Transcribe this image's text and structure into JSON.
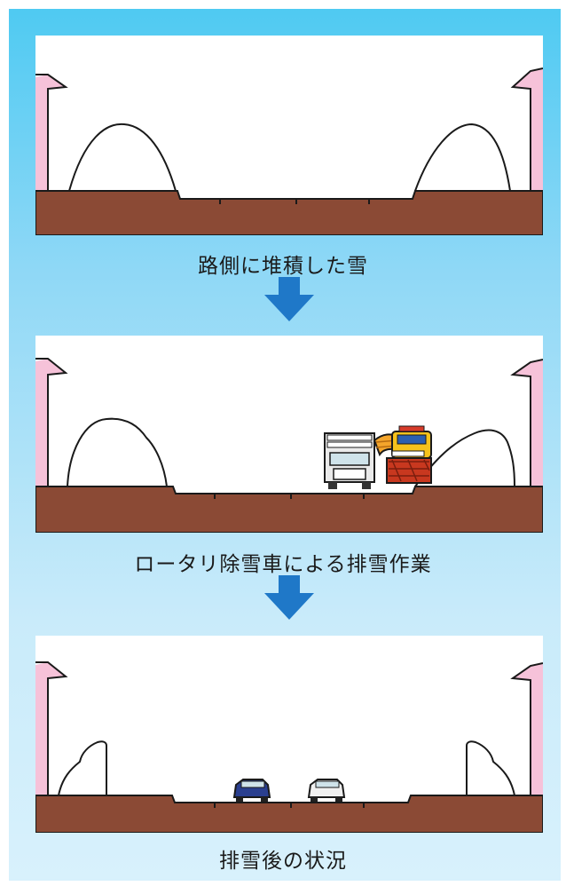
{
  "steps": [
    {
      "caption": "路側に堆積した雪"
    },
    {
      "caption": "ロータリ除雪車による排雪作業"
    },
    {
      "caption": "排雪後の状況"
    }
  ],
  "colors": {
    "background_top": "#4fcaf2",
    "background_bottom": "#d8f1fc",
    "ground": "#8b4a35",
    "sign_pink": "#f2a9c8",
    "arrow_blue": "#1f78c8"
  }
}
